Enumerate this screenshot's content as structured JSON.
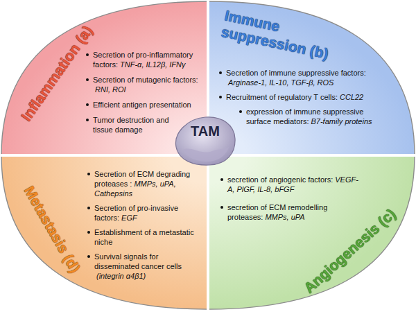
{
  "diagram": {
    "nodes": [
      {
        "text": [
          "Inflammation (a)",
          "Secretion of pro-inflammatory factors:",
          "TNF-α, IL12β, IFNγ",
          "Secretion of mutagenic factors:",
          "RNI, ROI",
          "Efficient antigen presentation",
          "Tumor destruction and tissue damage"
        ]
      },
      {
        "text": [
          "Immune suppression (b)",
          "Secretion of immune suppressive factors:",
          "Arginase-1, IL-10, TGF-β, ROS",
          "Recruitment of regulatory T cells:",
          "CCL22",
          "expression of immune suppressive surface mediators:",
          "B7-family proteins"
        ]
      },
      {
        "text": [
          "Metastasis (d)",
          "Secretion of ECM degrading proteases :",
          "MMPs, uPA, Cathepsins",
          "Secretion of pro-invasive factors:",
          "EGF",
          "Establishment of a metastatic niche",
          "Survival signals for disseminated cancer cells",
          "(integrin α4β1)"
        ]
      },
      {
        "text": [
          "Angiogenesis (c)",
          "secretion of angiogenic factors:",
          "VEGF-A, PlGF, IL-8, bFGF",
          "secretion of ECM remodelling proteases:",
          "MMPs, uPA"
        ]
      },
      {
        "text": [
          "TAM"
        ]
      }
    ]
  }
}
